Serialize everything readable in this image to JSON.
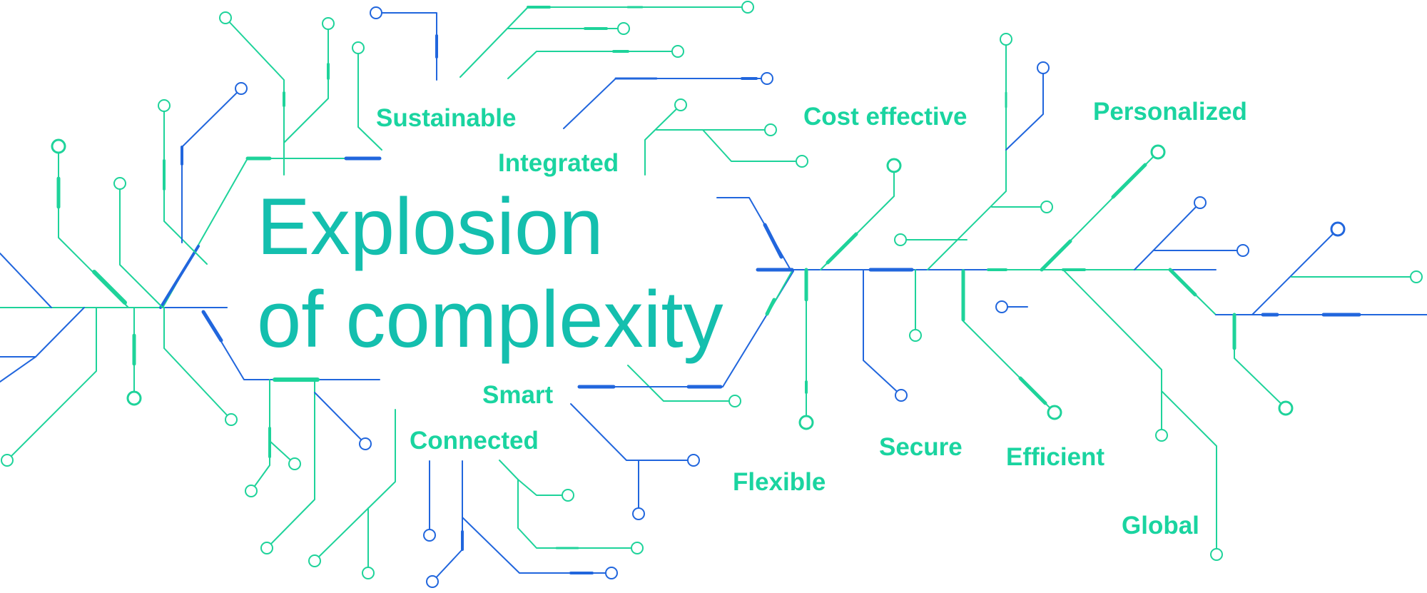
{
  "title": {
    "line1": "Explosion",
    "line2": "of complexity"
  },
  "labels": {
    "sustainable": "Sustainable",
    "integrated": "Integrated",
    "cost_effective": "Cost effective",
    "personalized": "Personalized",
    "smart": "Smart",
    "connected": "Connected",
    "flexible": "Flexible",
    "secure": "Secure",
    "efficient": "Efficient",
    "global": "Global"
  },
  "colors": {
    "title": "#14bfae",
    "label": "#1ad4a0",
    "line_green": "#1ed39a",
    "line_blue": "#2166dd"
  }
}
